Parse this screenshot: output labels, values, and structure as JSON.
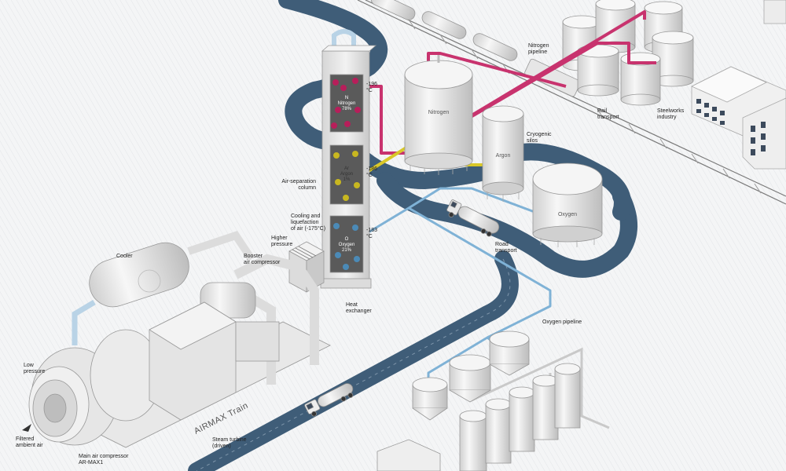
{
  "labels": {
    "nitrogen_pipeline": "Nitrogen\npipeline",
    "rail_transport": "Rail\ntransport",
    "steelworks": "Steelworks\nindustry",
    "cryogenic_silos": "Cryogenic\nsilos",
    "air_separation_column": "Air-separation\ncolumn",
    "cooling_liquefaction": "Cooling and\nliquefaction\nof air (-175°C)",
    "higher_pressure": "Higher\npressure",
    "booster_compressor": "Booster\nair compressor",
    "cooler": "Cooler",
    "heat_exchanger": "Heat\nexchanger",
    "road_transport": "Road\ntransport",
    "oxygen_pipeline": "Oxygen pipeline",
    "low_pressure": "Low\npressure",
    "filtered_air": "Filtered\nambient air",
    "main_compressor": "Main air compressor\nAR-MAX1",
    "steam_turbine": "Steam turbine\n(driven)",
    "airmax_train": "AIRMAX Train"
  },
  "tanks": {
    "nitrogen": "Nitrogen",
    "argon": "Argon",
    "oxygen": "Oxygen"
  },
  "column": {
    "nitrogen": {
      "symbol": "N",
      "name": "Nitrogen",
      "pct": "78%",
      "temp": "-196\n°C",
      "color": "#c2185b"
    },
    "argon": {
      "symbol": "Ar",
      "name": "Argon",
      "pct": "1%",
      "temp": "-186\n°C",
      "color": "#d4c21a"
    },
    "oxygen": {
      "symbol": "O",
      "name": "Oxygen",
      "pct": "21%",
      "temp": "-183\n°C",
      "color": "#4a90c2"
    }
  },
  "colors": {
    "road": "#3f5d78",
    "nitrogen_pipe": "#c8336e",
    "argon_pipe": "#d9c829",
    "oxygen_pipe": "#7fb2d6",
    "equipment": "#ececec"
  }
}
